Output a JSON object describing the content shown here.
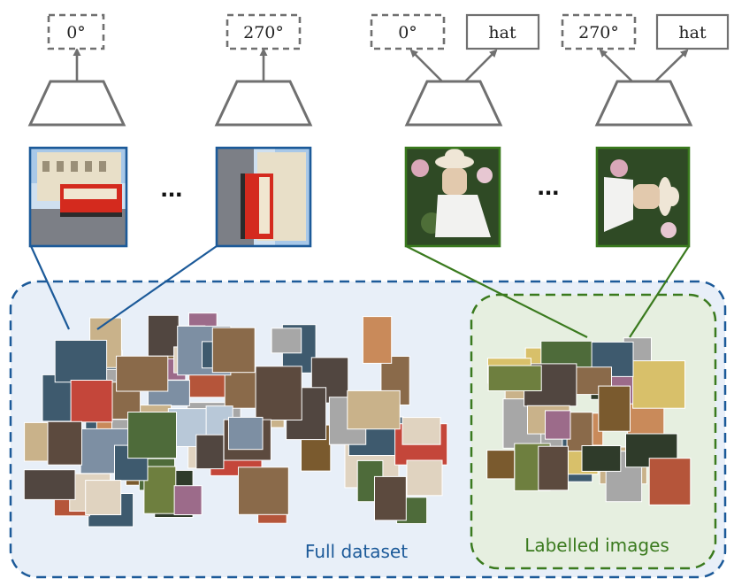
{
  "colors": {
    "unlabelled": "#1c5a99",
    "labelled": "#3a7a1e",
    "unlabelled_bg": "#e8eff8",
    "labelled_bg": "#e6efe0",
    "head_stroke": "#707070"
  },
  "icons": [
    "trapezoid-network-icon",
    "arrow-icon",
    "ellipsis-icon"
  ],
  "heads": [
    {
      "rotation": "0°"
    },
    {
      "rotation": "270°"
    },
    {
      "rotation": "0°",
      "class": "hat"
    },
    {
      "rotation": "270°",
      "class": "hat"
    }
  ],
  "ellipsis": "...",
  "regions": {
    "full": {
      "label": "Full dataset"
    },
    "labelled": {
      "label": "Labelled images"
    }
  }
}
